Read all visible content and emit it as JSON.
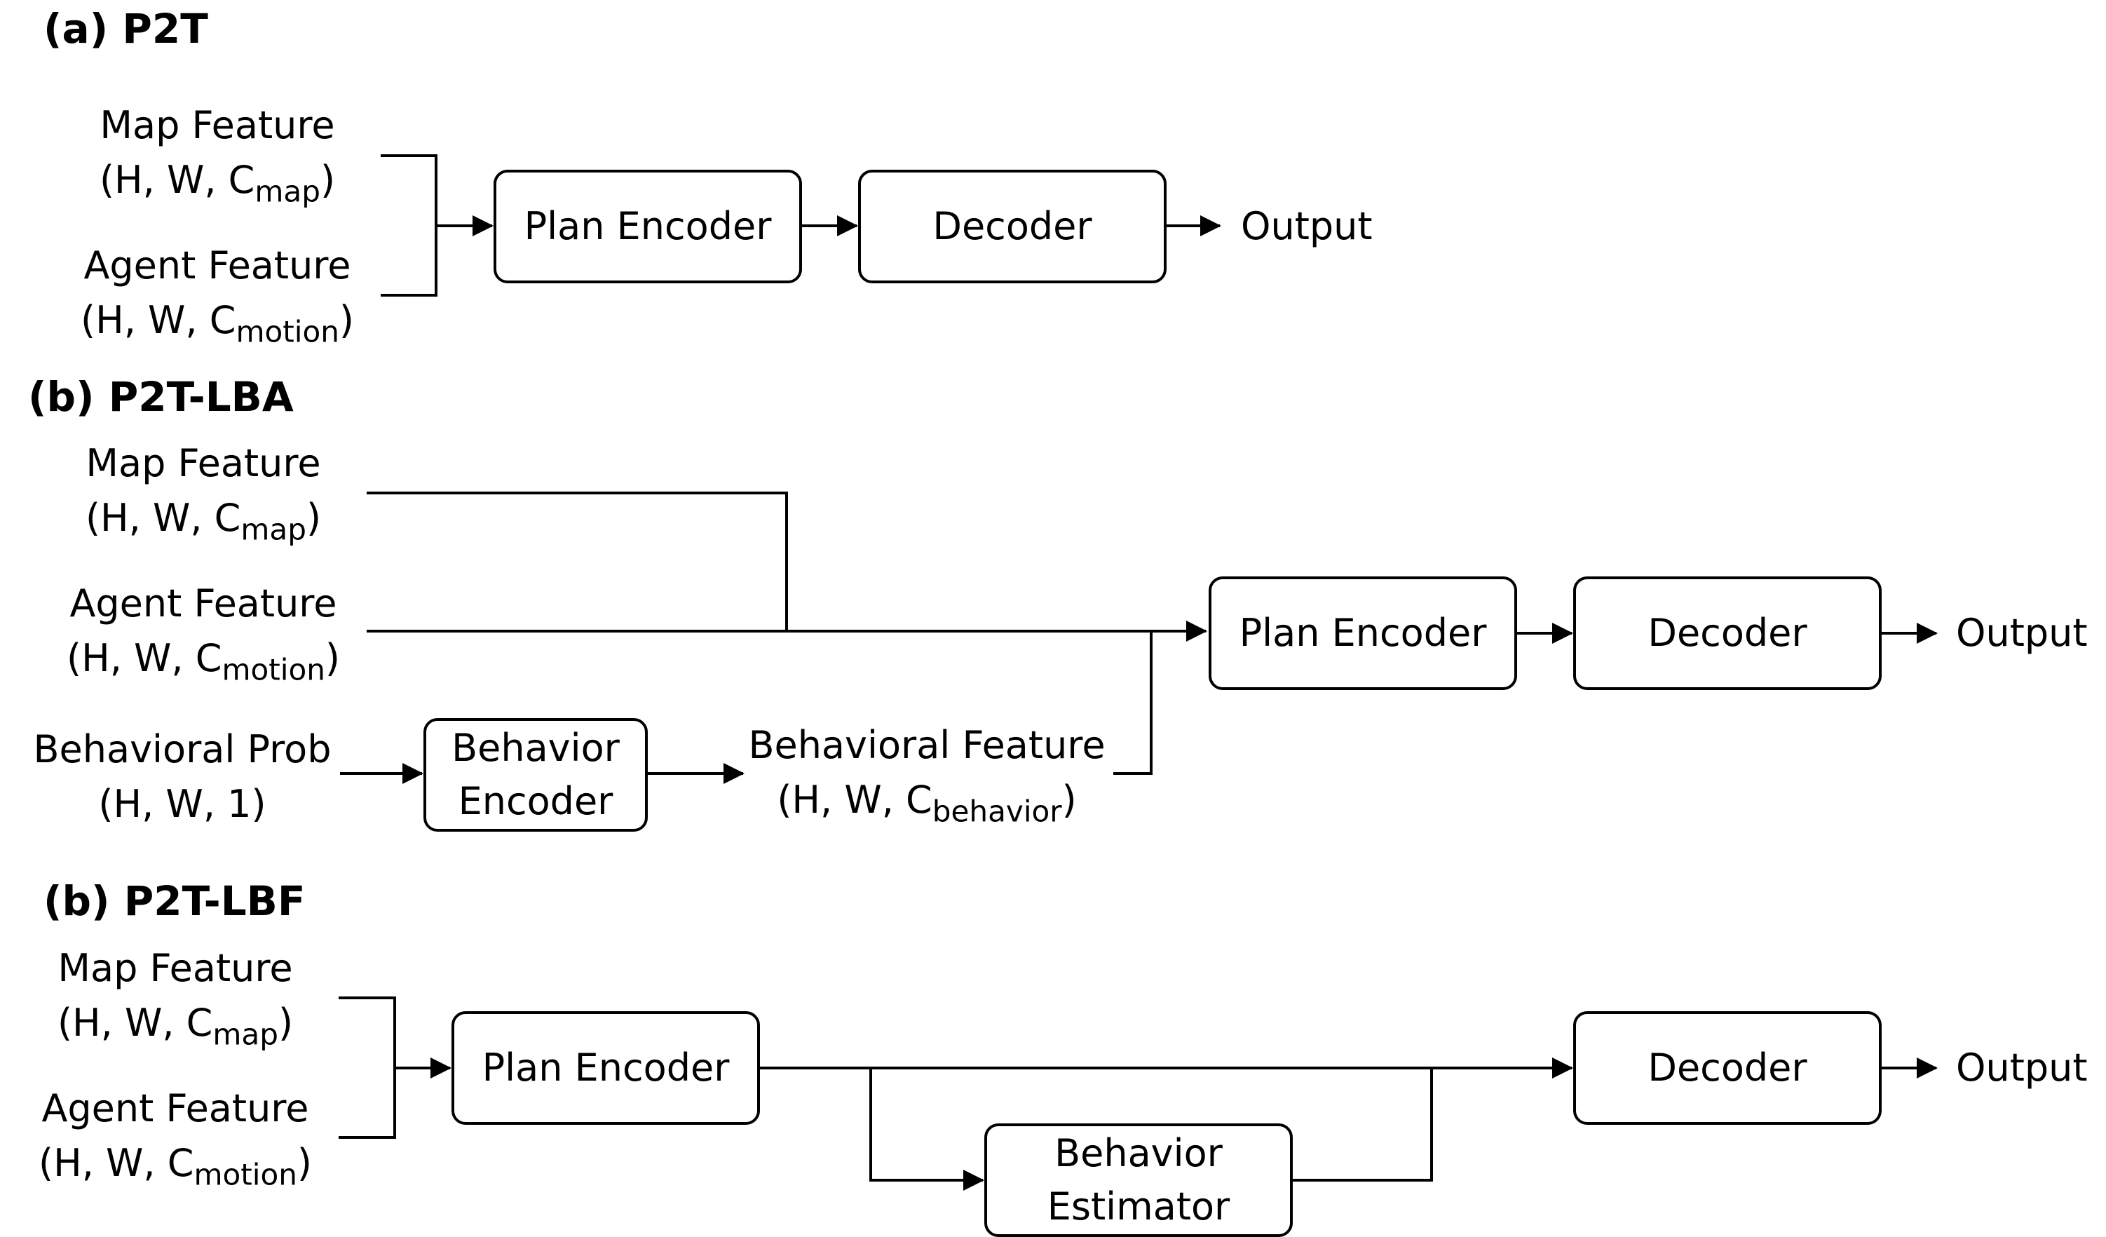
{
  "sections": {
    "p2t": {
      "title": "(a) P2T",
      "map_label": "Map Feature",
      "map_dims": "(H, W, C",
      "map_sub": "map",
      "agent_label": "Agent Feature",
      "agent_dims": "(H, W, C",
      "agent_sub": "motion",
      "plan_encoder": "Plan Encoder",
      "decoder": "Decoder",
      "output": "Output"
    },
    "p2t_lba": {
      "title": "(b) P2T-LBA",
      "map_label": "Map Feature",
      "map_dims": "(H, W, C",
      "map_sub": "map",
      "agent_label": "Agent Feature",
      "agent_dims": "(H, W, C",
      "agent_sub": "motion",
      "prob_label": "Behavioral Prob",
      "prob_dims": "(H, W, 1)",
      "behavior_encoder_line1": "Behavior",
      "behavior_encoder_line2": "Encoder",
      "feat_label": "Behavioral Feature",
      "feat_dims": "(H, W, C",
      "feat_sub": "behavior",
      "plan_encoder": "Plan Encoder",
      "decoder": "Decoder",
      "output": "Output"
    },
    "p2t_lbf": {
      "title": "(b) P2T-LBF",
      "map_label": "Map Feature",
      "map_dims": "(H, W, C",
      "map_sub": "map",
      "agent_label": "Agent Feature",
      "agent_dims": "(H, W, C",
      "agent_sub": "motion",
      "plan_encoder": "Plan Encoder",
      "estimator_line1": "Behavior",
      "estimator_line2": "Estimator",
      "decoder": "Decoder",
      "output": "Output"
    }
  }
}
